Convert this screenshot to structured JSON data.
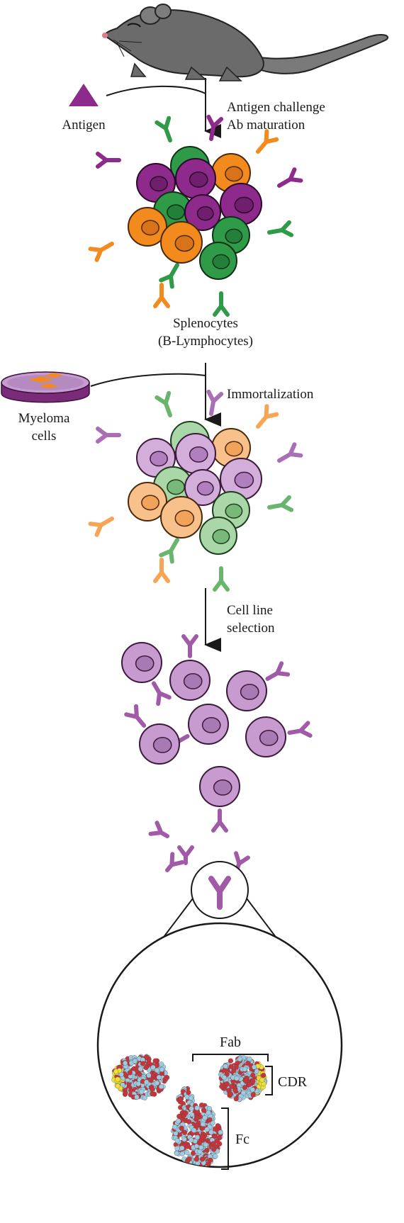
{
  "labels": {
    "antigen": "Antigen",
    "step1_line1": "Antigen challenge",
    "step1_line2": "Ab maturation",
    "splenocytes_line1": "Splenocytes",
    "splenocytes_line2": "(B-Lymphocytes)",
    "myeloma_line1": "Myeloma",
    "myeloma_line2": "cells",
    "step2": "Immortalization",
    "step3_line1": "Cell line",
    "step3_line2": "selection",
    "fab": "Fab",
    "cdr": "CDR",
    "fc": "Fc"
  },
  "colors": {
    "purple": "#8e2a8c",
    "purple_light": "#c79bd0",
    "green": "#2f9a47",
    "green_light": "#8ec98f",
    "orange": "#f28a1d",
    "orange_light": "#f7b776",
    "cdr_yellow": "#f2e03a",
    "atom_red": "#c8343a",
    "atom_blue": "#9ecbe0",
    "mouse": "#6b6b6b"
  },
  "icons": [
    "mouse-icon",
    "antigen-triangle-icon",
    "petri-dish-icon",
    "antibody-icon"
  ]
}
